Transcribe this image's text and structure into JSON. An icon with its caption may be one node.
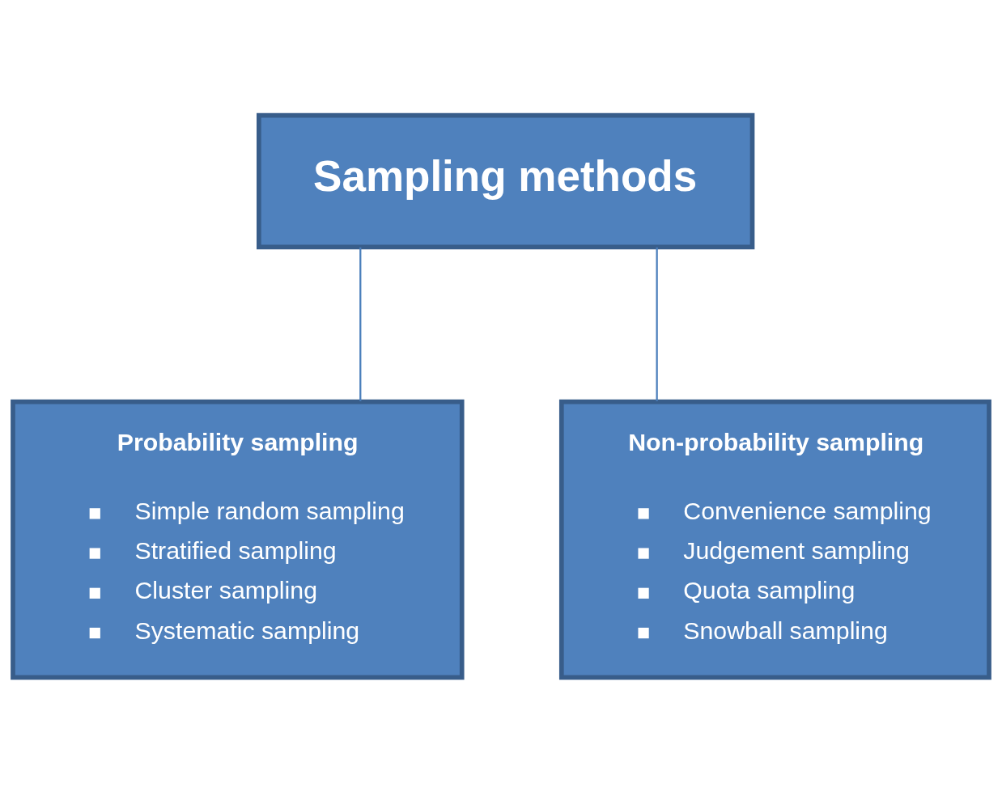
{
  "diagram": {
    "nodes": [
      {
        "text": [
          "Sampling methods"
        ]
      },
      {
        "text": [
          "Probability sampling",
          "Simple random sampling",
          "Stratified sampling",
          "Cluster sampling",
          "Systematic sampling"
        ]
      },
      {
        "text": [
          "Non-probability sampling",
          "Convenience sampling",
          "Judgement sampling",
          "Quota sampling",
          "Snowball sampling"
        ]
      }
    ],
    "edges": [
      {
        "from": 0,
        "to": 1,
        "arrow": "none"
      },
      {
        "from": 0,
        "to": 2,
        "arrow": "none"
      }
    ]
  }
}
